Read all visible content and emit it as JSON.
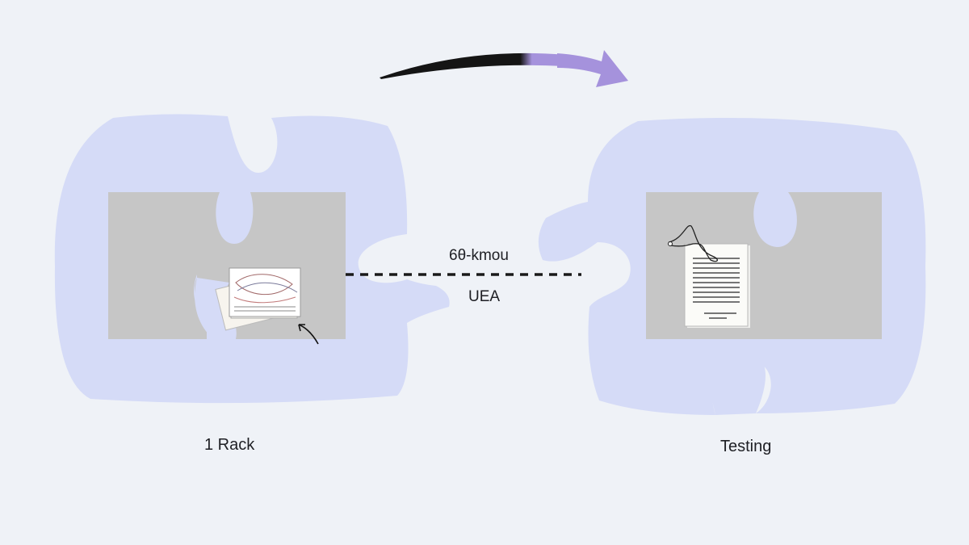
{
  "labels": {
    "left_piece": "1 Rack",
    "right_piece": "Testing",
    "connector_top": "6θ-kmou",
    "connector_bottom": "UEA"
  },
  "colors": {
    "background": "#eff2f7",
    "puzzle_fill": "#d5dbf7",
    "panel_fill": "#c6c6c6",
    "arrow_dark": "#1a1a1a",
    "arrow_accent": "#a592dc",
    "dashed_line": "#1a1a1a"
  },
  "icons": {
    "left_document": "sketch-papers-icon",
    "right_document": "text-document-icon"
  }
}
